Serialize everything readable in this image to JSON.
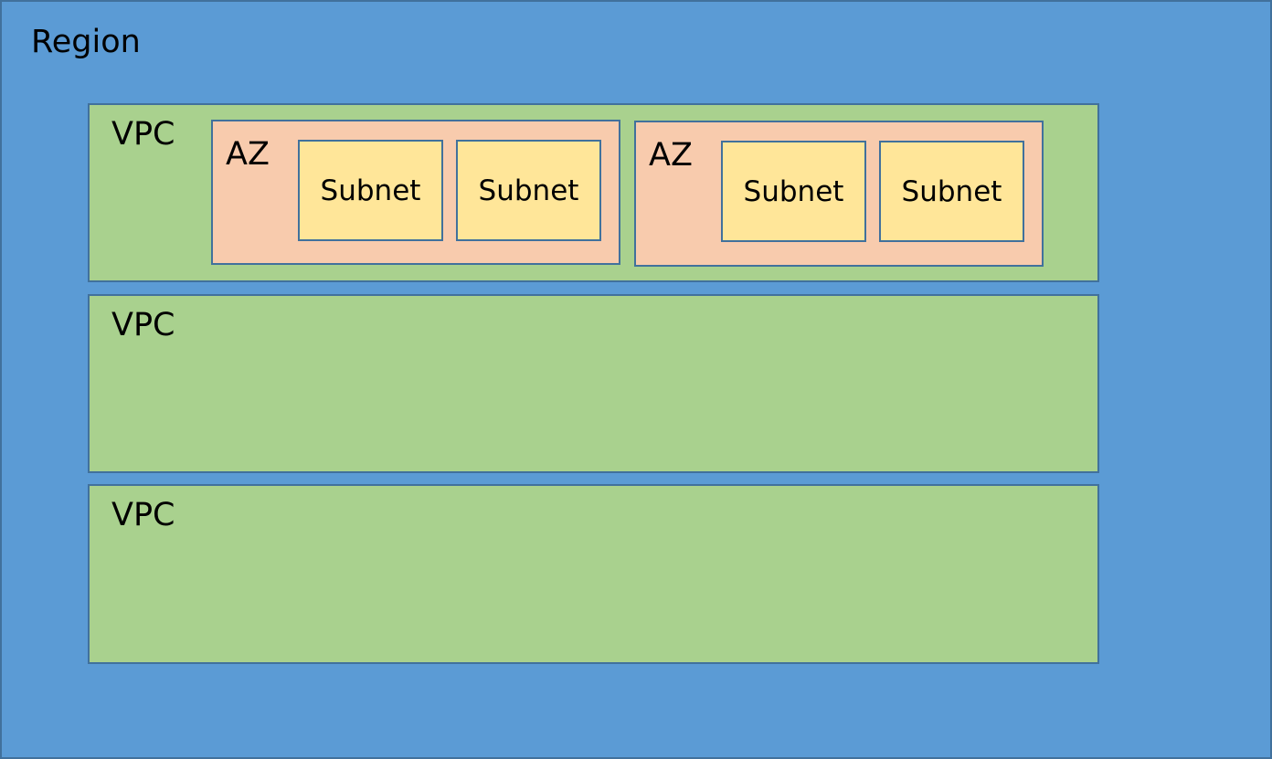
{
  "colors": {
    "region": "#5B9BD5",
    "vpc": "#A9D18E",
    "az": "#F8CBAD",
    "subnet": "#FFE699",
    "border": "#41719C"
  },
  "region": {
    "label": "Region",
    "vpcs": [
      {
        "label": "VPC",
        "azs": [
          {
            "label": "AZ",
            "subnets": [
              {
                "label": "Subnet"
              },
              {
                "label": "Subnet"
              }
            ]
          },
          {
            "label": "AZ",
            "subnets": [
              {
                "label": "Subnet"
              },
              {
                "label": "Subnet"
              }
            ]
          }
        ]
      },
      {
        "label": "VPC"
      },
      {
        "label": "VPC"
      }
    ]
  }
}
